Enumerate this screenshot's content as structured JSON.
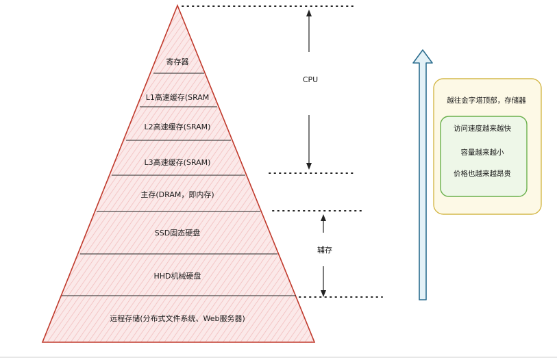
{
  "pyramid": {
    "levels": [
      "寄存器",
      "L1高速缓存(SRAM",
      "L2高速缓存(SRAM)",
      "L3高速缓存(SRAM)",
      "主存(DRAM，即内存)",
      "SSD固态硬盘",
      "HHD机械硬盘",
      "远程存储(分布式文件系统、Web服务器)"
    ]
  },
  "groups": {
    "cpu_label": "CPU",
    "aux_label": "辅存"
  },
  "legend": {
    "heading": "越往金字塔顶部，存储器",
    "items": [
      "访问速度越来越快",
      "容量越来越小",
      "价格也越来越昂贵"
    ]
  },
  "colors": {
    "pyramid_outline": "#c0392b",
    "pyramid_fill": "#fbe9e9",
    "hatch": "#f1b8b8",
    "arrow_stroke": "#2c6e8f",
    "arrow_fill": "#e3f1f7",
    "legend_outer": "#d4b84a",
    "legend_outer_fill": "#fdf9e6",
    "legend_inner": "#6ab04c",
    "legend_inner_fill": "#eef7e8"
  }
}
